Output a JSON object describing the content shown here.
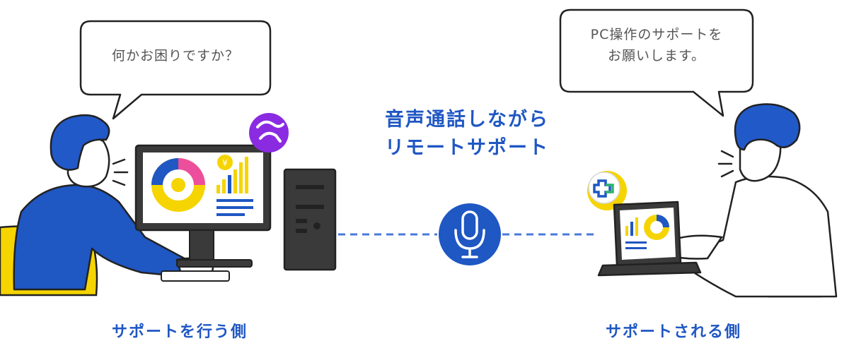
{
  "left_bubble": {
    "text": "何かお困りですか？"
  },
  "right_bubble": {
    "line1": "PC操作のサポートを",
    "line2": "お願いします。"
  },
  "center": {
    "line1": "音声通話しながら",
    "line2": "リモートサポート"
  },
  "labels": {
    "left": "サポートを行う側",
    "right": "サポートされる側"
  },
  "icons": {
    "left_app": "splashtop-app-icon",
    "right_app": "splashtop-sos-icon",
    "center": "microphone-icon"
  },
  "colors": {
    "accent_blue": "#1f57c3",
    "hair_blue": "#2159c9",
    "chair_yellow": "#f5d400",
    "app_purple": "#8a2be2"
  }
}
